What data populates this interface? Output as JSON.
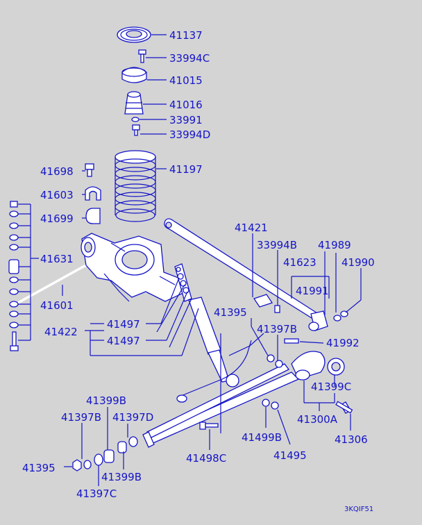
{
  "diagram": {
    "code": "3KQIF51",
    "colors": {
      "ink": "#1414c8",
      "background": "#d4d4d4",
      "part_fill": "#ffffff"
    },
    "parts": [
      {
        "id": "p41137",
        "label": "41137"
      },
      {
        "id": "p33994c",
        "label": "33994C"
      },
      {
        "id": "p41015",
        "label": "41015"
      },
      {
        "id": "p41016",
        "label": "41016"
      },
      {
        "id": "p33991",
        "label": "33991"
      },
      {
        "id": "p33994d",
        "label": "33994D"
      },
      {
        "id": "p41197",
        "label": "41197"
      },
      {
        "id": "p41698",
        "label": "41698"
      },
      {
        "id": "p41603",
        "label": "41603"
      },
      {
        "id": "p41699",
        "label": "41699"
      },
      {
        "id": "p41631",
        "label": "41631"
      },
      {
        "id": "p41601",
        "label": "41601"
      },
      {
        "id": "p41421",
        "label": "41421"
      },
      {
        "id": "p33994b",
        "label": "33994B"
      },
      {
        "id": "p41989",
        "label": "41989"
      },
      {
        "id": "p41623",
        "label": "41623"
      },
      {
        "id": "p41990",
        "label": "41990"
      },
      {
        "id": "p41991",
        "label": "41991"
      },
      {
        "id": "p41395a",
        "label": "41395"
      },
      {
        "id": "p41397b",
        "label": "41397B"
      },
      {
        "id": "p41422",
        "label": "41422"
      },
      {
        "id": "p41497a",
        "label": "41497"
      },
      {
        "id": "p41497b",
        "label": "41497"
      },
      {
        "id": "p41992",
        "label": "41992"
      },
      {
        "id": "p41399c",
        "label": "41399C"
      },
      {
        "id": "p41399b",
        "label": "41399B"
      },
      {
        "id": "p41397b2",
        "label": "41397B"
      },
      {
        "id": "p41397d",
        "label": "41397D"
      },
      {
        "id": "p41300a",
        "label": "41300A"
      },
      {
        "id": "p41499b",
        "label": "41499B"
      },
      {
        "id": "p41306",
        "label": "41306"
      },
      {
        "id": "p41498c",
        "label": "41498C"
      },
      {
        "id": "p41495",
        "label": "41495"
      },
      {
        "id": "p41395b",
        "label": "41395"
      },
      {
        "id": "p41399b2",
        "label": "41399B"
      },
      {
        "id": "p41397c",
        "label": "41397C"
      }
    ]
  }
}
